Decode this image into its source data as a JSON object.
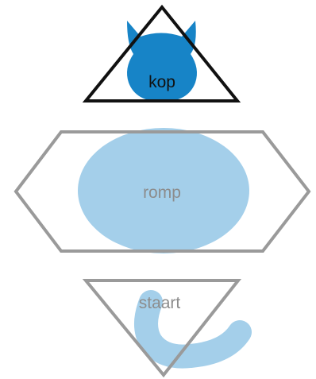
{
  "labels": {
    "head": "kop",
    "body": "romp",
    "tail": "staart"
  },
  "colors": {
    "head_fill": "#1784c7",
    "body_fill": "#a4cfea",
    "tail_fill": "#a4cfea",
    "head_outline": "#111111",
    "shape_outline": "#9a9a9a",
    "head_text": "#111111",
    "body_text": "#8c8c8c",
    "tail_text": "#8c8c8c"
  },
  "icons": {
    "head": "cat-head-icon",
    "body": "body-circle-icon",
    "tail": "cat-tail-icon"
  }
}
